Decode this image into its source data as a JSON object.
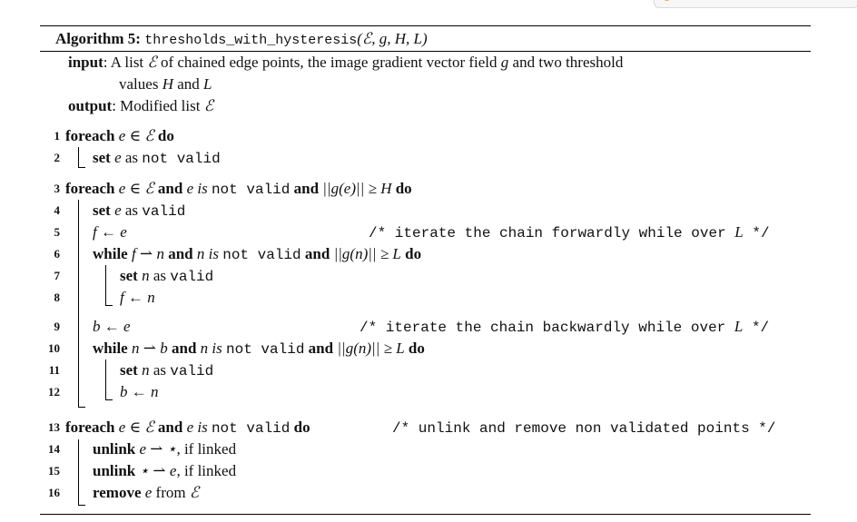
{
  "title": {
    "label": "Algorithm 5:",
    "name": "thresholds_with_hysteresis",
    "args": "(ℰ, g, H, L)"
  },
  "io": {
    "input_label": "input",
    "input_text_1": ": A list ",
    "input_sym": "ℰ",
    "input_text_2": " of chained edge points, the image gradient vector field ",
    "input_g": "g",
    "input_text_3": " and two threshold",
    "input_cont_1": "values ",
    "input_H": "H",
    "input_cont_2": " and ",
    "input_L": "L",
    "output_label": "output",
    "output_text": ": Modified list ",
    "output_sym": "ℰ"
  },
  "lines": {
    "n1": "1",
    "n2": "2",
    "n3": "3",
    "n4": "4",
    "n5": "5",
    "n6": "6",
    "n7": "7",
    "n8": "8",
    "n9": "9",
    "n10": "10",
    "n11": "11",
    "n12": "12",
    "n13": "13",
    "n14": "14",
    "n15": "15",
    "n16": "16",
    "l1_kw1": "foreach",
    "l1_math": "e ∈ ℰ",
    "l1_kw2": "do",
    "l2_kw": "set",
    "l2_math": "e",
    "l2_as": "as",
    "l2_code": "not valid",
    "l3_kw1": "foreach",
    "l3_math1": "e ∈ ℰ",
    "l3_and1": "and",
    "l3_math2": "e",
    "l3_is": "is",
    "l3_code": "not valid",
    "l3_and2": "and",
    "l3_math3": "||g(e)|| ≥ H",
    "l3_kw2": "do",
    "l4_kw": "set",
    "l4_math": "e",
    "l4_as": "as",
    "l4_code": "valid",
    "l5_math": "f ← e",
    "l5_comment_pre": "/* iterate the chain forwardly while over ",
    "l5_comment_L": "L",
    "l5_comment_post": " */",
    "l6_kw1": "while",
    "l6_math1": "f ⇀ n",
    "l6_and1": "and",
    "l6_math2": "n",
    "l6_is": "is",
    "l6_code": "not valid",
    "l6_and2": "and",
    "l6_math3": "||g(n)|| ≥ L",
    "l6_kw2": "do",
    "l7_kw": "set",
    "l7_math": "n",
    "l7_as": "as",
    "l7_code": "valid",
    "l8_math": "f ← n",
    "l9_math": "b ← e",
    "l9_comment_pre": "/* iterate the chain backwardly while over ",
    "l9_comment_L": "L",
    "l9_comment_post": " */",
    "l10_kw1": "while",
    "l10_math1": "n ⇀ b",
    "l10_and1": "and",
    "l10_math2": "n",
    "l10_is": "is",
    "l10_code": "not valid",
    "l10_and2": "and",
    "l10_math3": "||g(n)|| ≥ L",
    "l10_kw2": "do",
    "l11_kw": "set",
    "l11_math": "n",
    "l11_as": "as",
    "l11_code": "valid",
    "l12_math": "b ← n",
    "l13_kw1": "foreach",
    "l13_math1": "e ∈ ℰ",
    "l13_and": "and",
    "l13_math2": "e",
    "l13_is": "is",
    "l13_code": "not valid",
    "l13_kw2": "do",
    "l13_comment": "/* unlink and remove non validated points */",
    "l14_kw": "unlink",
    "l14_math": "e ⇀ ⋆",
    "l14_text": ", if linked",
    "l15_kw": "unlink",
    "l15_math": "⋆ ⇀ e",
    "l15_text": ", if linked",
    "l16_kw": "remove",
    "l16_math": "e",
    "l16_text": "from",
    "l16_sym": "ℰ"
  }
}
